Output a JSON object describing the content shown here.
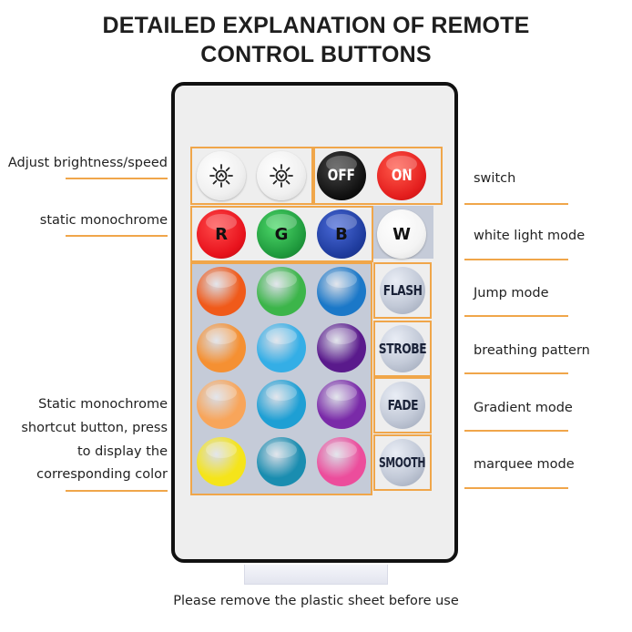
{
  "title": {
    "line1": "DETAILED EXPLANATION OF REMOTE",
    "line2": "CONTROL BUTTONS"
  },
  "left_labels": {
    "brightness": "Adjust brightness/speed",
    "static_mono": "static monochrome",
    "shortcut": [
      "Static monochrome",
      "shortcut button, press",
      "to display the",
      "corresponding color"
    ]
  },
  "right_labels": {
    "switch": "switch",
    "white": "white light mode",
    "jump": "Jump mode",
    "breathing": "breathing pattern",
    "gradient": "Gradient mode",
    "marquee": "marquee mode"
  },
  "buttons": {
    "brightness_up_icon": "sun-up-icon",
    "brightness_down_icon": "sun-down-icon",
    "off": "OFF",
    "on": "ON",
    "r": "R",
    "g": "G",
    "b": "B",
    "w": "W",
    "flash": "FLASH",
    "strobe": "STROBE",
    "fade": "FADE",
    "smooth": "SMOOTH"
  },
  "color_grid": [
    [
      "#f05a1a",
      "#3cb54a",
      "#1b78c8"
    ],
    [
      "#f59032",
      "#34aee6",
      "#5a1a8c"
    ],
    [
      "#f8a55a",
      "#1e9fd4",
      "#7a2aa8"
    ],
    [
      "#f5e41a",
      "#1a8db0",
      "#ec4d9c"
    ]
  ],
  "colors": {
    "accent_frame": "#f0a64a",
    "panel": "#c5cbd8",
    "red": "#e8121c",
    "green": "#1f9a3d",
    "blue": "#1f3c9e",
    "on": "#e41e1e",
    "off": "#111111"
  },
  "footer": "Please remove the plastic sheet before use"
}
